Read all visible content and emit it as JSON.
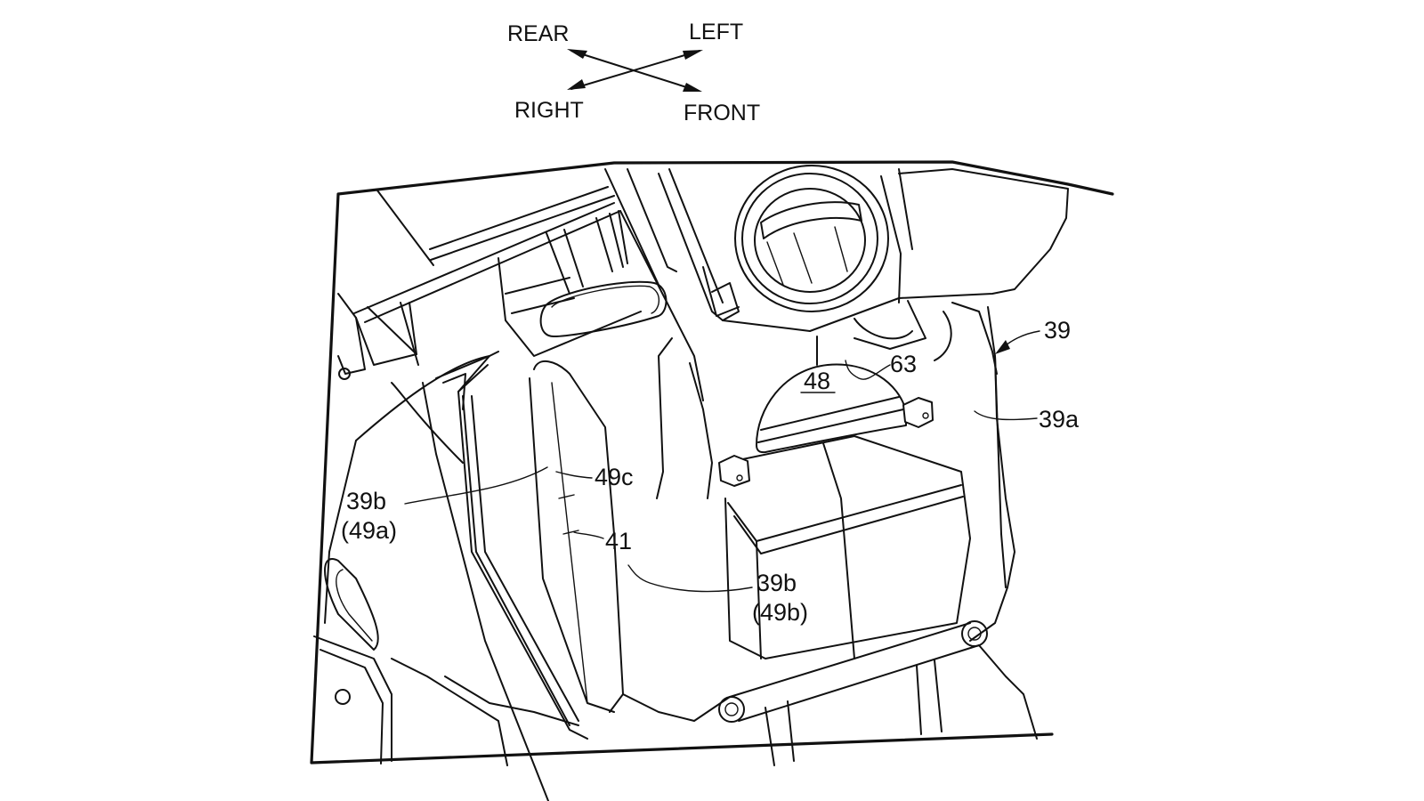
{
  "figure": {
    "type": "patent line drawing",
    "orientation_indicator": {
      "rear": "REAR",
      "left": "LEFT",
      "right": "RIGHT",
      "front": "FRONT"
    },
    "reference_labels": [
      {
        "id": "39",
        "text": "39"
      },
      {
        "id": "39a",
        "text": "39a"
      },
      {
        "id": "63",
        "text": "63"
      },
      {
        "id": "48",
        "text": "48",
        "underlined": true
      },
      {
        "id": "49c",
        "text": "49c"
      },
      {
        "id": "39b-49a-line1",
        "text": "39b"
      },
      {
        "id": "39b-49a-line2",
        "text": "(49a)"
      },
      {
        "id": "41",
        "text": "41"
      },
      {
        "id": "39b-49b-line1",
        "text": "39b"
      },
      {
        "id": "39b-49b-line2",
        "text": "(49b)"
      }
    ],
    "colors": {
      "ink": "#111111",
      "paper": "#ffffff"
    }
  }
}
